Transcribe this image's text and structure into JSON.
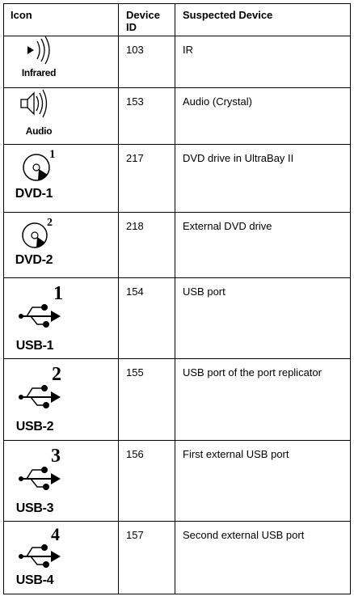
{
  "headers": {
    "icon": "Icon",
    "device_id": "Device\nID",
    "device_id_l1": "Device",
    "device_id_l2": "ID",
    "suspected": "Suspected Device"
  },
  "rows": [
    {
      "icon": "infrared-icon",
      "caption": "Infrared",
      "device_id": "103",
      "device": "IR"
    },
    {
      "icon": "audio-icon",
      "caption": "Audio",
      "device_id": "153",
      "device": "Audio (Crystal)"
    },
    {
      "icon": "dvd-icon",
      "caption": "DVD-1",
      "number": "1",
      "device_id": "217",
      "device": "DVD drive in UltraBay II"
    },
    {
      "icon": "dvd-icon",
      "caption": "DVD-2",
      "number": "2",
      "device_id": "218",
      "device": "External DVD drive"
    },
    {
      "icon": "usb-icon",
      "caption": "USB-1",
      "number": "1",
      "device_id": "154",
      "device": "USB port"
    },
    {
      "icon": "usb-icon",
      "caption": "USB-2",
      "number": "2",
      "device_id": "155",
      "device": "USB port of the port replicator"
    },
    {
      "icon": "usb-icon",
      "caption": "USB-3",
      "number": "3",
      "device_id": "156",
      "device": "First external USB port"
    },
    {
      "icon": "usb-icon",
      "caption": "USB-4",
      "number": "4",
      "device_id": "157",
      "device": "Second external USB port"
    }
  ]
}
